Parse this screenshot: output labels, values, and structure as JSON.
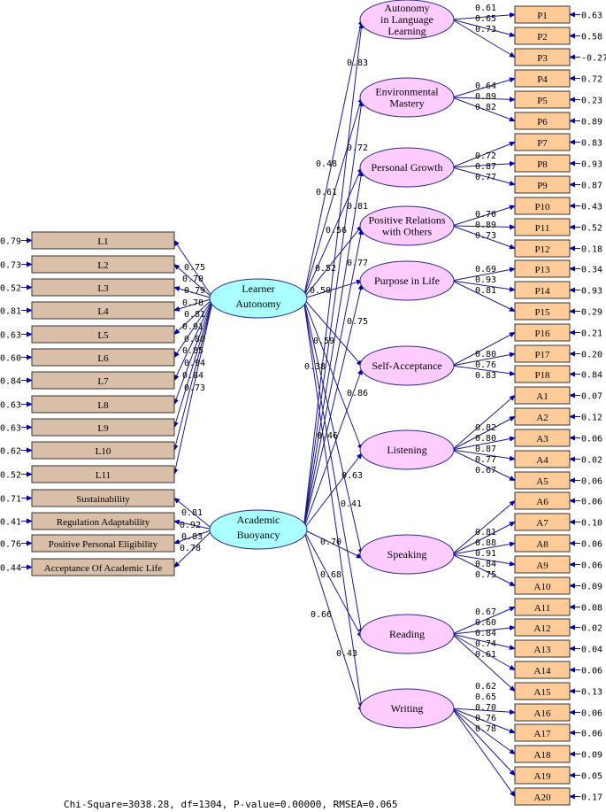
{
  "colors": {
    "latent_fill": "#aaffff",
    "construct_fill": "#ffccff",
    "construct_stroke": "#2b2b8a",
    "observed_left_fill": "#d9bfa8",
    "observed_right_fill": "#ffcc99",
    "arrow": "#0000aa",
    "line": "#1a1a80"
  },
  "latents": [
    {
      "id": "learner",
      "label_lines": [
        "Learner",
        "Autonomy"
      ]
    },
    {
      "id": "buoyancy",
      "label_lines": [
        "Academic",
        "Buoyancy"
      ]
    }
  ],
  "left_indicators": [
    {
      "label": "L1",
      "error": "0.79",
      "loading": "0.75",
      "latent": "learner"
    },
    {
      "label": "L2",
      "error": "0.73",
      "loading": "0.70",
      "latent": "learner"
    },
    {
      "label": "L3",
      "error": "0.52",
      "loading": "0.79",
      "latent": "learner"
    },
    {
      "label": "L4",
      "error": "0.81",
      "loading": "0.78",
      "latent": "learner"
    },
    {
      "label": "L5",
      "error": "0.63",
      "loading": "0.81",
      "latent": "learner"
    },
    {
      "label": "L6",
      "error": "0.60",
      "loading": "0.91",
      "latent": "learner"
    },
    {
      "label": "L7",
      "error": "0.84",
      "loading": "0.80",
      "latent": "learner"
    },
    {
      "label": "L8",
      "error": "0.63",
      "loading": "0.85",
      "latent": "learner"
    },
    {
      "label": "L9",
      "error": "0.63",
      "loading": "0.94",
      "latent": "learner"
    },
    {
      "label": "L10",
      "error": "0.62",
      "loading": "0.84",
      "latent": "learner"
    },
    {
      "label": "L11",
      "error": "0.52",
      "loading": "0.73",
      "latent": "learner"
    },
    {
      "label": "Sustainability",
      "error": "0.71",
      "loading": "0.81",
      "latent": "buoyancy"
    },
    {
      "label": "Regulation Adaptability",
      "error": "0.41",
      "loading": "0.92",
      "latent": "buoyancy"
    },
    {
      "label": "Positive Personal Eligibility",
      "error": "0.76",
      "loading": "0.83",
      "latent": "buoyancy"
    },
    {
      "label": "Acceptance Of Academic Life",
      "error": "0.44",
      "loading": "0.78",
      "latent": "buoyancy"
    }
  ],
  "constructs": [
    {
      "label_lines": [
        "Autonomy",
        "in Language",
        "Learning"
      ],
      "from_learner": "0.83",
      "from_buoyancy": ""
    },
    {
      "label_lines": [
        "Environmental",
        "Mastery"
      ],
      "from_learner": "0.72",
      "from_buoyancy": "0.61"
    },
    {
      "label_lines": [
        "Personal Growth"
      ],
      "from_learner": "0.48",
      "from_buoyancy": "0.56"
    },
    {
      "label_lines": [
        "Positive Relations",
        "with Others"
      ],
      "from_learner": "0.81",
      "from_buoyancy": "0.52"
    },
    {
      "label_lines": [
        "Purpose in Life"
      ],
      "from_learner": "0.77",
      "from_buoyancy": "0.50"
    },
    {
      "label_lines": [
        "Self-Acceptance"
      ],
      "from_learner": "0.75",
      "from_buoyancy": "0.59"
    },
    {
      "label_lines": [
        "Listening"
      ],
      "from_learner": "0.86",
      "from_buoyancy": "0.38"
    },
    {
      "label_lines": [
        "Speaking"
      ],
      "from_learner": "0.41",
      "from_buoyancy": "0.63"
    },
    {
      "label_lines": [
        "Reading"
      ],
      "from_learner": "0.68",
      "from_buoyancy": "0.70"
    },
    {
      "label_lines": [
        "Writing"
      ],
      "from_learner": "0.43",
      "from_buoyancy": "0.66"
    }
  ],
  "extra_path_label": "0.46",
  "right_indicators": [
    {
      "label": "P1",
      "error": "0.63",
      "loading": "0.61",
      "construct": 0
    },
    {
      "label": "P2",
      "error": "0.58",
      "loading": "0.65",
      "construct": 0
    },
    {
      "label": "P3",
      "error": "-0.27",
      "loading": "0.73",
      "construct": 0
    },
    {
      "label": "P4",
      "error": "0.72",
      "loading": "0.64",
      "construct": 1
    },
    {
      "label": "P5",
      "error": "0.23",
      "loading": "0.89",
      "construct": 1
    },
    {
      "label": "P6",
      "error": "0.89",
      "loading": "0.82",
      "construct": 1
    },
    {
      "label": "P7",
      "error": "0.83",
      "loading": "0.72",
      "construct": 2
    },
    {
      "label": "P8",
      "error": "0.93",
      "loading": "0.87",
      "construct": 2
    },
    {
      "label": "P9",
      "error": "0.87",
      "loading": "0.77",
      "construct": 2
    },
    {
      "label": "P10",
      "error": "0.43",
      "loading": "0.70",
      "construct": 3
    },
    {
      "label": "P11",
      "error": "0.52",
      "loading": "0.89",
      "construct": 3
    },
    {
      "label": "P12",
      "error": "0.18",
      "loading": "0.73",
      "construct": 3
    },
    {
      "label": "P13",
      "error": "0.34",
      "loading": "0.69",
      "construct": 4
    },
    {
      "label": "P14",
      "error": "0.93",
      "loading": "0.93",
      "construct": 4
    },
    {
      "label": "P15",
      "error": "0.29",
      "loading": "0.81",
      "construct": 4
    },
    {
      "label": "P16",
      "error": "0.21",
      "loading": "0.80",
      "construct": 5
    },
    {
      "label": "P17",
      "error": "0.20",
      "loading": "0.76",
      "construct": 5
    },
    {
      "label": "P18",
      "error": "0.84",
      "loading": "0.83",
      "construct": 5
    },
    {
      "label": "A1",
      "error": "0.07",
      "loading": "0.82",
      "construct": 6
    },
    {
      "label": "A2",
      "error": "0.12",
      "loading": "0.80",
      "construct": 6
    },
    {
      "label": "A3",
      "error": "0.06",
      "loading": "0.87",
      "construct": 6
    },
    {
      "label": "A4",
      "error": "0.02",
      "loading": "0.77",
      "construct": 6
    },
    {
      "label": "A5",
      "error": "0.06",
      "loading": "0.67",
      "construct": 6
    },
    {
      "label": "A6",
      "error": "0.06",
      "loading": "0.81",
      "construct": 7
    },
    {
      "label": "A7",
      "error": "0.10",
      "loading": "0.88",
      "construct": 7
    },
    {
      "label": "A8",
      "error": "0.06",
      "loading": "0.91",
      "construct": 7
    },
    {
      "label": "A9",
      "error": "0.06",
      "loading": "0.84",
      "construct": 7
    },
    {
      "label": "A10",
      "error": "0.09",
      "loading": "0.75",
      "construct": 7
    },
    {
      "label": "A11",
      "error": "0.08",
      "loading": "0.67",
      "construct": 8
    },
    {
      "label": "A12",
      "error": "0.02",
      "loading": "0.60",
      "construct": 8
    },
    {
      "label": "A13",
      "error": "0.04",
      "loading": "0.84",
      "construct": 8
    },
    {
      "label": "A14",
      "error": "0.06",
      "loading": "0.74",
      "construct": 8
    },
    {
      "label": "A15",
      "error": "0.13",
      "loading": "0.61",
      "construct": 8
    },
    {
      "label": "A16",
      "error": "0.06",
      "loading": "0.62",
      "construct": 9
    },
    {
      "label": "A17",
      "error": "0.06",
      "loading": "0.65",
      "construct": 9
    },
    {
      "label": "A18",
      "error": "0.09",
      "loading": "0.70",
      "construct": 9
    },
    {
      "label": "A19",
      "error": "0.05",
      "loading": "0.76",
      "construct": 9
    },
    {
      "label": "A20",
      "error": "0.17",
      "loading": "0.78",
      "construct": 9
    }
  ],
  "fit_statistics": "Chi-Square=3038.28, df=1304, P-value=0.00000, RMSEA=0.065"
}
